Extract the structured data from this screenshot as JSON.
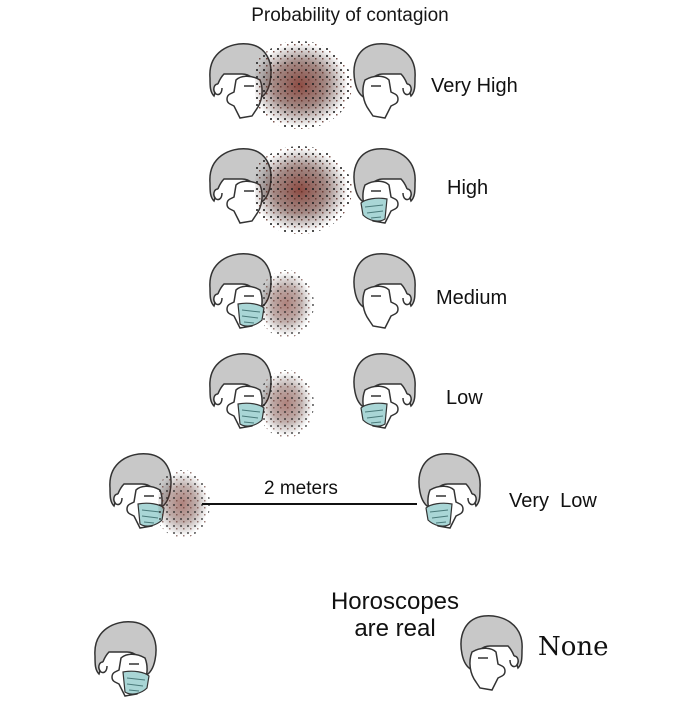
{
  "title": "Probability of contagion",
  "rows": [
    {
      "id": "very-high",
      "label": "Very High",
      "speaker_mask": false,
      "listener_mask": false,
      "spray": "large"
    },
    {
      "id": "high",
      "label": "High",
      "speaker_mask": false,
      "listener_mask": true,
      "spray": "large"
    },
    {
      "id": "medium",
      "label": "Medium",
      "speaker_mask": true,
      "listener_mask": false,
      "spray": "small"
    },
    {
      "id": "low",
      "label": "Low",
      "speaker_mask": true,
      "listener_mask": true,
      "spray": "small"
    },
    {
      "id": "very-low",
      "label": "Very  Low",
      "speaker_mask": true,
      "listener_mask": true,
      "spray": "small",
      "distance_label": "2 meters"
    }
  ],
  "joke": {
    "line1": "Horoscopes",
    "line2": "are real",
    "label": "None"
  },
  "colors": {
    "hair": "#c8c8c8",
    "outline": "#333333",
    "skin": "#ffffff",
    "mask": "#a9d6d6",
    "spray_dark": "#3a2a28",
    "spray_red": "#7a2c22"
  }
}
